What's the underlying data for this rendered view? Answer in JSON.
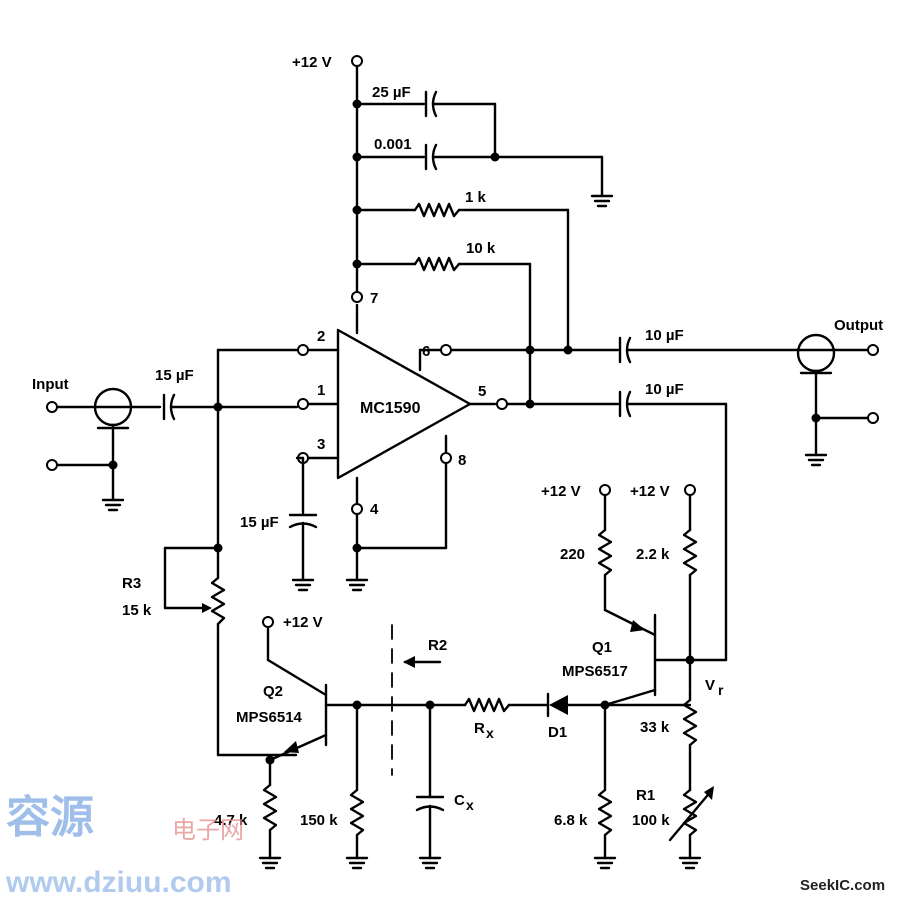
{
  "labels": {
    "v12_top": "+12 V",
    "c25": "25 µF",
    "c0001": "0.001",
    "r1k": "1 k",
    "r10k": "10 k",
    "pin7": "7",
    "pin2": "2",
    "pin1": "1",
    "pin3": "3",
    "pin6": "6",
    "pin5": "5",
    "pin8": "8",
    "pin4": "4",
    "ic": "MC1590",
    "input": "Input",
    "c15_in": "15 µF",
    "c15_pin3": "15 µF",
    "output": "Output",
    "c10_out": "10 µF",
    "c10_fb": "10 µF",
    "v12_q1": "+12 V",
    "v12_vr": "+12 V",
    "r220": "220",
    "r22k": "2.2 k",
    "q1": "Q1",
    "q1_part": "MPS6517",
    "vr": "V",
    "vr_sub": "r",
    "r33k": "33 k",
    "r1": "R1",
    "r1_val": "100 k",
    "r68k": "6.8 k",
    "d1": "D1",
    "rx": "R",
    "rx_sub": "x",
    "r2": "R2",
    "cx": "C",
    "cx_sub": "x",
    "r150k": "150 k",
    "q2": "Q2",
    "q2_part": "MPS6514",
    "v12_q2": "+12 V",
    "r47k": "4.7 k",
    "r3": "R3",
    "r3_val": "15 k"
  },
  "watermarks": {
    "cn_main": "容源",
    "cn_sub": "电子网",
    "site": "www.dziuu.com",
    "seekic": "SeekIC.com"
  }
}
